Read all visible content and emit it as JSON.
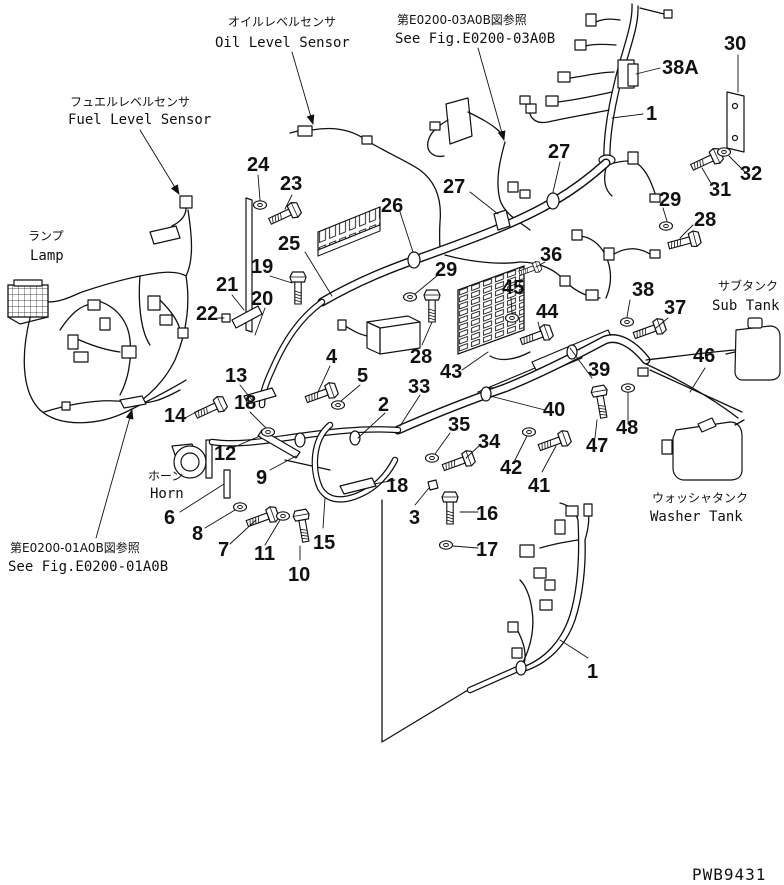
{
  "notes": {
    "oil_level_sensor_jp": "オイルレベルセンサ",
    "oil_level_sensor_en": "Oil Level Sensor",
    "ref_03a0b_jp": "第E0200-03A0B図参照",
    "ref_03a0b_en": "See Fig.E0200-03A0B",
    "fuel_level_sensor_jp": "フュエルレベルセンサ",
    "fuel_level_sensor_en": "Fuel Level Sensor",
    "lamp_jp": "ランプ",
    "lamp_en": "Lamp",
    "sub_tank_jp": "サブタンク",
    "sub_tank_en": "Sub Tank",
    "horn_jp": "ホーン",
    "horn_en": "Horn",
    "washer_tank_jp": "ウォッシャタンク",
    "washer_tank_en": "Washer Tank",
    "ref_01a0b_jp": "第E0200-01A0B図参照",
    "ref_01a0b_en": "See Fig.E0200-01A0B"
  },
  "callouts": [
    "30",
    "38A",
    "1",
    "27",
    "27",
    "31",
    "32",
    "24",
    "23",
    "26",
    "29",
    "28",
    "25",
    "36",
    "29",
    "19",
    "45",
    "21",
    "20",
    "38",
    "22",
    "44",
    "37",
    "28",
    "4",
    "46",
    "43",
    "39",
    "5",
    "13",
    "33",
    "18",
    "2",
    "40",
    "14",
    "48",
    "35",
    "47",
    "12",
    "34",
    "9",
    "42",
    "41",
    "18",
    "6",
    "3",
    "16",
    "8",
    "15",
    "7",
    "11",
    "17",
    "10",
    "1"
  ],
  "drawing_number": "PWB9431"
}
